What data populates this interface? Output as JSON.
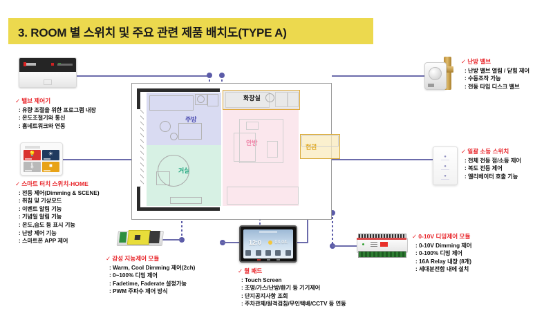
{
  "title": "3. ROOM 별 스위치 및 주요 관련 제품 배치도(TYPE A)",
  "callouts": {
    "valve_controller": {
      "heading": "밸브 제어기",
      "lines": [
        ": 유량 조절을 위한 프로그램 내장",
        ": 온도조절기와 통신",
        ": 홈네트워크와 연동"
      ]
    },
    "smart_touch_switch": {
      "heading": "스마트 터치 스위치-HOME",
      "lines": [
        ": 전등 제어(Dimming & SCENE)",
        ": 취침 및 기상모드",
        ": 이벤트 알림 기능",
        ": 기념일 알림 기능",
        ": 온도,습도 등 표시 기능",
        ": 난방 제어 기능",
        ": 스마트폰 APP 제어"
      ]
    },
    "heating_valve": {
      "heading": "난방 밸브",
      "lines": [
        ": 난방 밸브 열림 / 닫힘 제어",
        ": 수동조작 가능",
        ": 전동 타입 디스크 밸브"
      ]
    },
    "batch_off_switch": {
      "heading": "일괄 소등 스위치",
      "lines": [
        ": 전체 전등 점/소등 제어",
        ": 복도 전등 제어",
        ": 엘리베이터 호출 기능"
      ]
    },
    "sensitivity_module": {
      "heading": "감성 지능제어 모듈",
      "lines": [
        ": Warm, Cool Dimming 제어(2ch)",
        ": 0~100% 디밍 제어",
        ": Fadetime, Faderate 설정가능",
        ": PWM 주파수 제어 방식"
      ]
    },
    "wall_pad": {
      "heading": "월 패드",
      "lines": [
        ": Touch Screen",
        ": 조명/가스/난방/환기 등 기기제어",
        ": 단지공지사항 조회",
        ": 주차관제/원격검침/무인택배/CCTV 등 연동"
      ]
    },
    "dimming_module_0_10v": {
      "heading": "0-10V 디밍제어 모듈",
      "lines": [
        ": 0-10V Dimming 제어",
        ": 0-100% 디밍 제어",
        ": 16A Relay 내장 (8개)",
        ": 세대분전함 내에 설치"
      ]
    }
  },
  "floor_plan": {
    "rooms": [
      {
        "label": "화장실"
      },
      {
        "label": "주방"
      },
      {
        "label": "거실"
      },
      {
        "label": "안방"
      },
      {
        "label": "현관"
      }
    ]
  },
  "wall_pad_screen": {
    "time": "12:0",
    "date": "04.04."
  },
  "icons": {
    "check": "✓"
  },
  "colors": {
    "banner": "#ecd94e",
    "heading_red": "#e8262b",
    "connector": "#6b6bab",
    "kitchen": "#4a4ab0",
    "living": "#1fa57e",
    "bedroom": "#ef85a8",
    "entry": "#e0a81f"
  }
}
